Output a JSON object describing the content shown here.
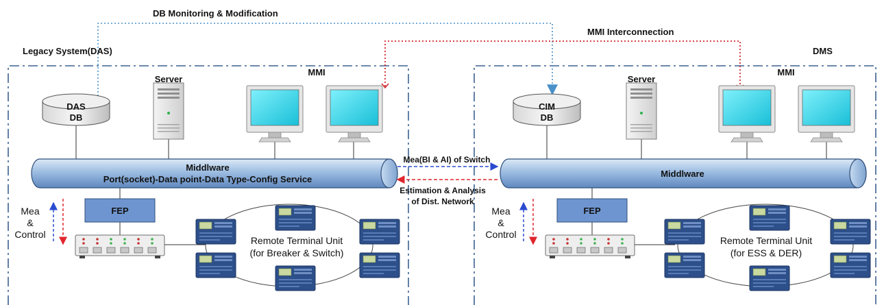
{
  "top": {
    "db_monitoring": "DB Monitoring & Modification",
    "mmi_interconnection": "MMI Interconnection"
  },
  "left": {
    "title": "Legacy System(DAS)",
    "db_line1": "DAS",
    "db_line2": "DB",
    "server": "Server",
    "mmi": "MMI",
    "middleware_line1": "Middlware",
    "middleware_line2": "Port(socket)-Data point-Data Type-Config Service",
    "fep": "FEP",
    "mea": "Mea",
    "amp": "&",
    "control": "Control",
    "rtu_line1": "Remote Terminal Unit",
    "rtu_line2": "(for Breaker & Switch)"
  },
  "right": {
    "title": "DMS",
    "db_line1": "CIM",
    "db_line2": "DB",
    "server": "Server",
    "mmi": "MMI",
    "middleware": "Middlware",
    "fep": "FEP",
    "mea": "Mea",
    "amp": "&",
    "control": "Control",
    "rtu_line1": "Remote Terminal Unit",
    "rtu_line2": "(for ESS & DER)"
  },
  "center": {
    "mea_switch": "Mea(BI & AI) of Switch",
    "estimation_line1": "Estimation & Analysis",
    "estimation_line2": "of Dist. Network"
  },
  "colors": {
    "dashdot_border": "#3a6190",
    "blue_arrow": "#2a4bd0",
    "red_arrow": "#e0262d",
    "dotted_blue": "#4a90c8",
    "dotted_red": "#d0282d",
    "pipe": "#8fb3dc",
    "fep": "#6f95d0",
    "monitor_screen": "#35d6e8"
  }
}
